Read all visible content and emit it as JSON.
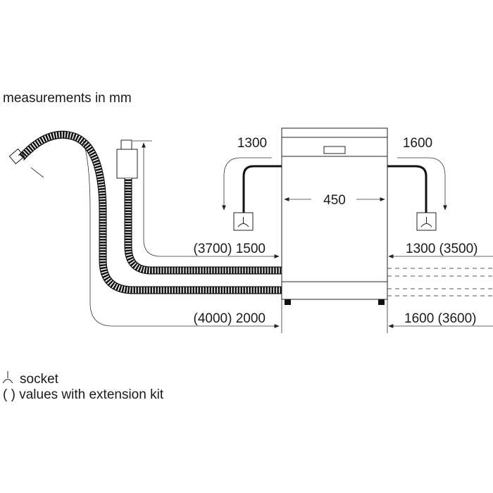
{
  "header": {
    "measurements_note": "measurements in mm"
  },
  "dimensions": {
    "width": "450",
    "left_socket": "1300",
    "right_socket": "1600",
    "left_inlet": "(3700) 1500",
    "left_drain": "(4000) 2000",
    "right_inlet": "1300 (3500)",
    "right_drain": "1600 (3600)"
  },
  "legend": {
    "socket": "socket",
    "extension": "( ) values with extension kit"
  },
  "icons": {
    "socket_symbol": "socket-icon",
    "arrow": "arrow-head"
  },
  "colors": {
    "ink": "#1a1a1a",
    "background": "#ffffff"
  }
}
